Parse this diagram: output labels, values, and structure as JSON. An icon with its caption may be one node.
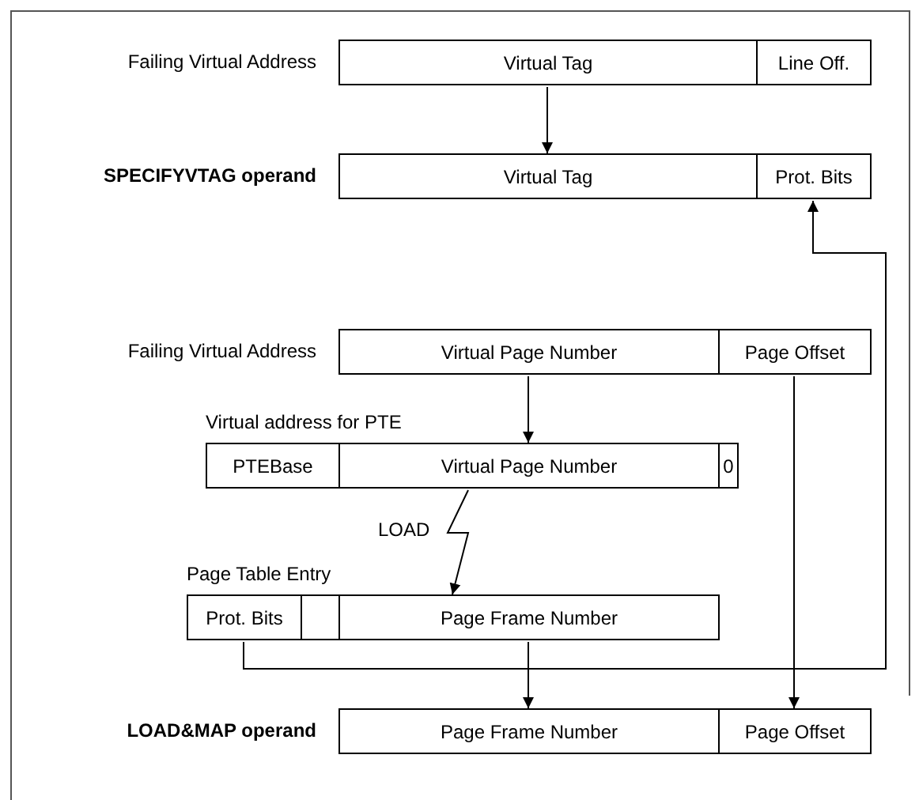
{
  "diagram": {
    "nodes": [
      {
        "text": [
          "Failing Virtual Address"
        ]
      },
      {
        "text": [
          "Virtual Tag"
        ],
        "in": 0
      },
      {
        "text": [
          "Line Off."
        ],
        "in": 0
      },
      {
        "text": [
          "SPECIFYVTAG operand"
        ]
      },
      {
        "text": [
          "Virtual Tag"
        ],
        "in": 3
      },
      {
        "text": [
          "Prot. Bits"
        ],
        "in": 3
      },
      {
        "text": [
          "Failing Virtual Address"
        ]
      },
      {
        "text": [
          "Virtual Page Number"
        ],
        "in": 6
      },
      {
        "text": [
          "Page Offset"
        ],
        "in": 6
      },
      {
        "text": [
          "Virtual address for PTE"
        ]
      },
      {
        "text": [
          "PTEBase"
        ],
        "in": 9
      },
      {
        "text": [
          "Virtual Page Number"
        ],
        "in": 9
      },
      {
        "text": [
          "0"
        ],
        "in": 9
      },
      {
        "text": [
          "Page Table Entry"
        ]
      },
      {
        "text": [
          "Prot. Bits"
        ],
        "in": 13
      },
      {
        "text": [],
        "shape": "box",
        "in": 13
      },
      {
        "text": [
          "Page Frame Number"
        ],
        "in": 13
      },
      {
        "text": [
          "LOAD&MAP operand"
        ]
      },
      {
        "text": [
          "Page Frame Number"
        ],
        "in": 17
      },
      {
        "text": [
          "Page Offset"
        ],
        "in": 17
      }
    ],
    "edges": [
      {
        "from": 1,
        "to": 4,
        "arrow": "to"
      },
      {
        "from": 7,
        "to": 11,
        "arrow": "to"
      },
      {
        "from": 11,
        "to": 16,
        "arrow": "to",
        "label": "LOAD"
      },
      {
        "from": 14,
        "to": 5,
        "arrow": "to"
      },
      {
        "from": 8,
        "to": 19,
        "arrow": "to"
      },
      {
        "from": 16,
        "to": 18,
        "arrow": "to"
      }
    ]
  }
}
